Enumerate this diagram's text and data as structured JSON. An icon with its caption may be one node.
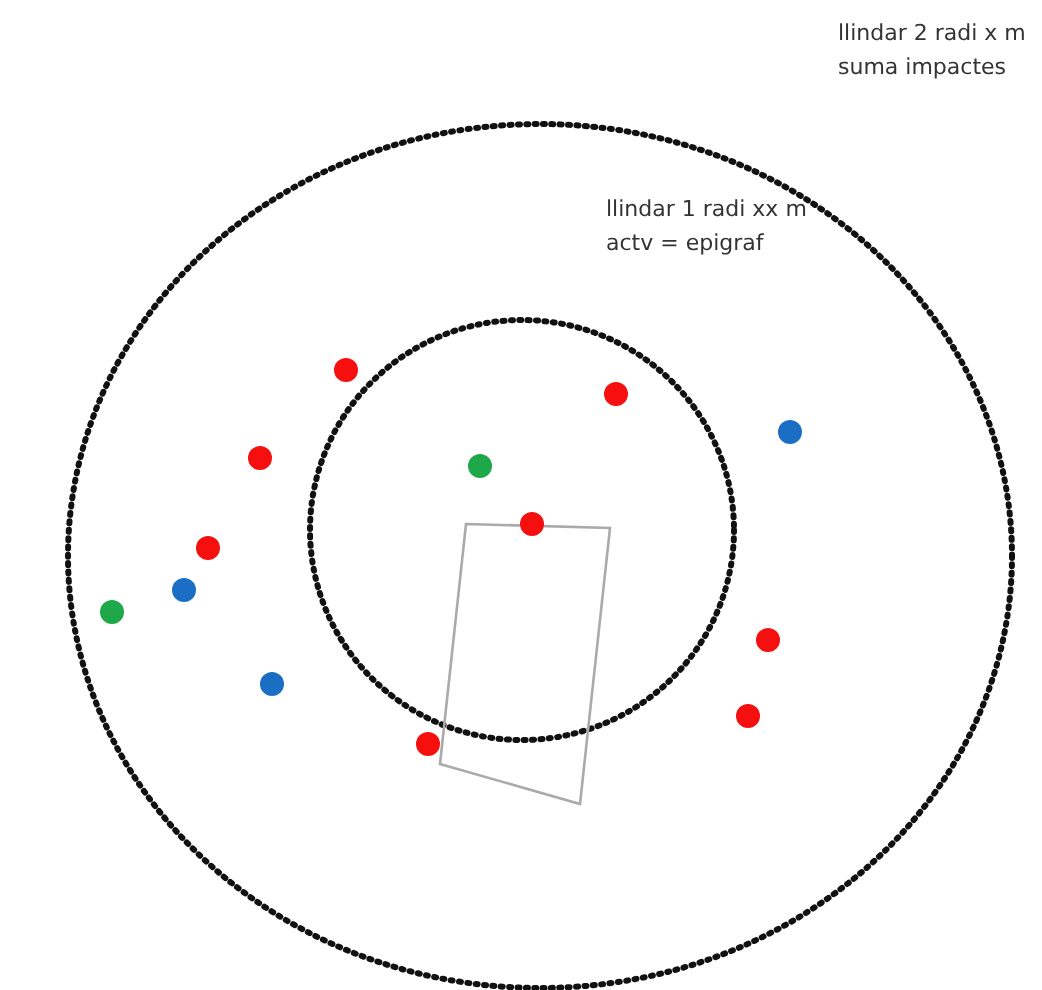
{
  "diagram": {
    "nodes": [
      {
        "text": [
          "llindar 2 radi x m suma impactes"
        ]
      },
      {
        "text": [
          "llindar 1 radi xx m actv = epigraf"
        ],
        "in": 0
      }
    ],
    "edges": []
  }
}
